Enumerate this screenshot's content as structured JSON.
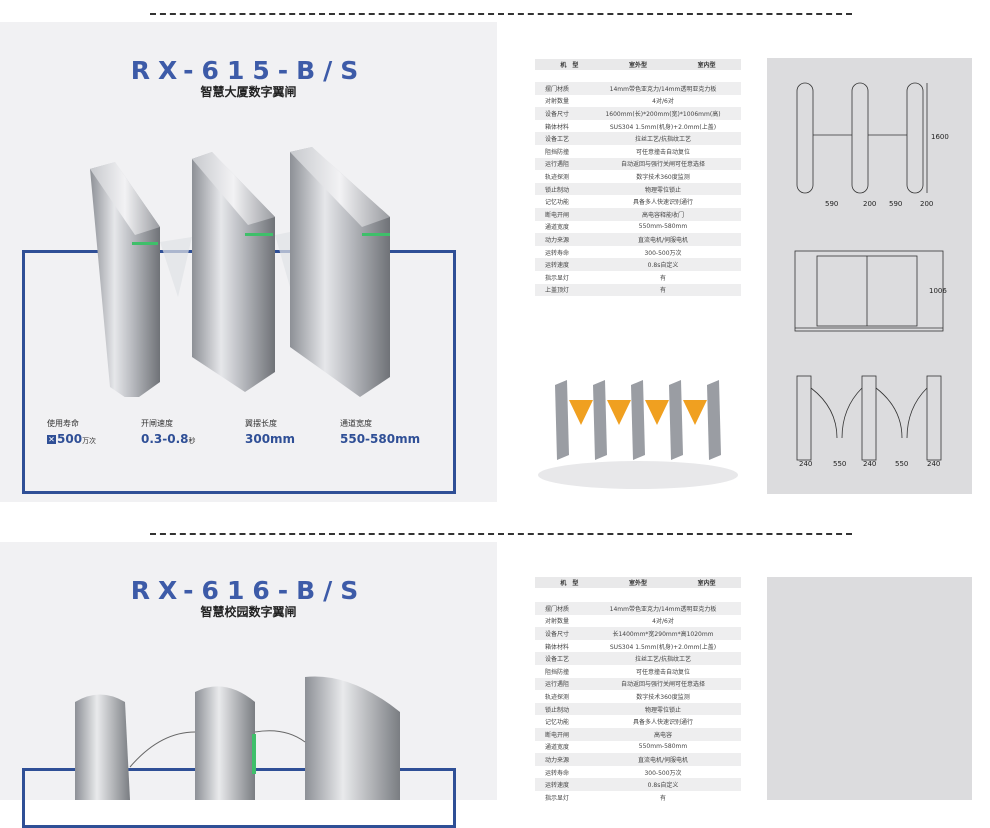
{
  "sections": [
    {
      "model": "RX-615-B/S",
      "subtitle": "智慧大厦数字翼闸",
      "stats": [
        {
          "label": "使用寿命",
          "value": "500",
          "unit": "万次"
        },
        {
          "label": "开闸速度",
          "value": "0.3-0.8",
          "unit": "秒"
        },
        {
          "label": "翼摆长度",
          "value": "300mm",
          "unit": ""
        },
        {
          "label": "通道宽度",
          "value": "550-580mm",
          "unit": ""
        }
      ],
      "table_header": [
        "机　型",
        "室外型",
        "室内型"
      ],
      "specs": [
        [
          "摆门材质",
          "14mm带色亚克力/14mm透明亚克力板"
        ],
        [
          "对射数量",
          "4对/6对"
        ],
        [
          "设备尺寸",
          "1600mm(长)*200mm(宽)*1006mm(高)"
        ],
        [
          "箱体材料",
          "SUS304 1.5mm(机身)+2.0mm(上盖)"
        ],
        [
          "设备工艺",
          "拉丝工艺/抗指纹工艺"
        ],
        [
          "阻挡防撞",
          "可任意撞击自动复位"
        ],
        [
          "运行遇阻",
          "自动返回与强行关闸可任意选择"
        ],
        [
          "轨迹探测",
          "数字技术360度监测"
        ],
        [
          "锁止制动",
          "物理零位锁止"
        ],
        [
          "记忆功能",
          "具备多人快速识别通行"
        ],
        [
          "断电开闸",
          "高电容释能收门"
        ],
        [
          "通道宽度",
          "550mm-580mm"
        ],
        [
          "动力来源",
          "直流电机/伺服电机"
        ],
        [
          "运转寿命",
          "300-500万次"
        ],
        [
          "运转速度",
          "0.8s自定义"
        ],
        [
          "指示显灯",
          "有"
        ],
        [
          "上盖顶灯",
          "有"
        ]
      ],
      "dims": {
        "top": [
          "590",
          "200",
          "590",
          "200"
        ],
        "top_height": "1600",
        "front_height": "1006",
        "bottom": [
          "240",
          "550",
          "240",
          "550",
          "240"
        ]
      }
    },
    {
      "model": "RX-616-B/S",
      "subtitle": "智慧校园数字翼闸",
      "table_header": [
        "机　型",
        "室外型",
        "室内型"
      ],
      "specs": [
        [
          "摆门材质",
          "14mm带色亚克力/14mm透明亚克力板"
        ],
        [
          "对射数量",
          "4对/6对"
        ],
        [
          "设备尺寸",
          "长1400mm*宽290mm*高1020mm"
        ],
        [
          "箱体材料",
          "SUS304 1.5mm(机身)+2.0mm(上盖)"
        ],
        [
          "设备工艺",
          "拉丝工艺/抗指纹工艺"
        ],
        [
          "阻挡防撞",
          "可任意撞击自动复位"
        ],
        [
          "运行遇阻",
          "自动返回与强行关闸可任意选择"
        ],
        [
          "轨迹探测",
          "数字技术360度监测"
        ],
        [
          "锁止制动",
          "物理零位锁止"
        ],
        [
          "记忆功能",
          "具备多人快速识别通行"
        ],
        [
          "断电开闸",
          "高电容"
        ],
        [
          "通道宽度",
          "550mm-580mm"
        ],
        [
          "动力来源",
          "直流电机/伺服电机"
        ],
        [
          "运转寿命",
          "300-500万次"
        ],
        [
          "运转速度",
          "0.8s自定义"
        ],
        [
          "指示显灯",
          "有"
        ]
      ]
    }
  ],
  "colors": {
    "accent": "#3d5ba8",
    "frame": "#2f4f96",
    "wing": "#f0a020"
  }
}
